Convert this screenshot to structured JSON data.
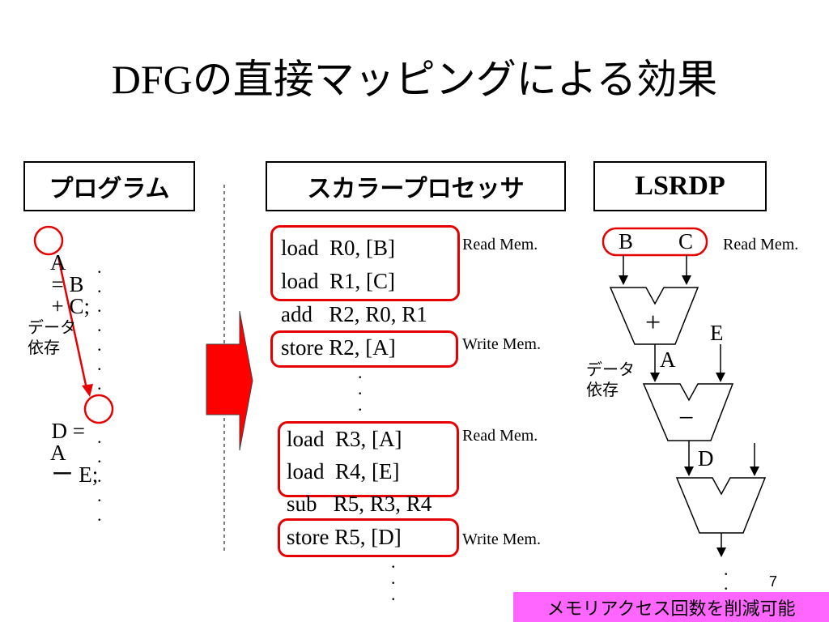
{
  "title": "DFGの直接マッピングによる効果",
  "headers": {
    "program": "プログラム",
    "scalar": "スカラープロセッサ",
    "lsrdp": "LSRDP"
  },
  "program": {
    "line1": [
      "A",
      "= B",
      "+ C;"
    ],
    "dep_label": "データ\n依存",
    "line2": [
      "D =",
      "A",
      "ー E;"
    ]
  },
  "scalar": {
    "block1": [
      "load  R0, [B]",
      "load  R1, [C]",
      "add   R2, R0, R1",
      "store R2, [A]"
    ],
    "block2": [
      "load  R3, [A]",
      "load  R4, [E]",
      "sub   R5, R3, R4",
      "store R5, [D]"
    ],
    "notes": {
      "read1": "Read Mem.",
      "write1": "Write Mem.",
      "read2": "Read Mem.",
      "write2": "Write Mem."
    }
  },
  "lsrdp": {
    "inputs": [
      "B",
      "C"
    ],
    "read_note": "Read Mem.",
    "op1": "+",
    "op2": "−",
    "E": "E",
    "A": "A",
    "D": "D",
    "dep_label": "データ\n依存"
  },
  "footer": "メモリアクセス回数を削減可能",
  "page_number": "7",
  "colors": {
    "accent_red": "#e60000",
    "arrow_red": "#ff0000",
    "highlight": "#ff66ff"
  }
}
